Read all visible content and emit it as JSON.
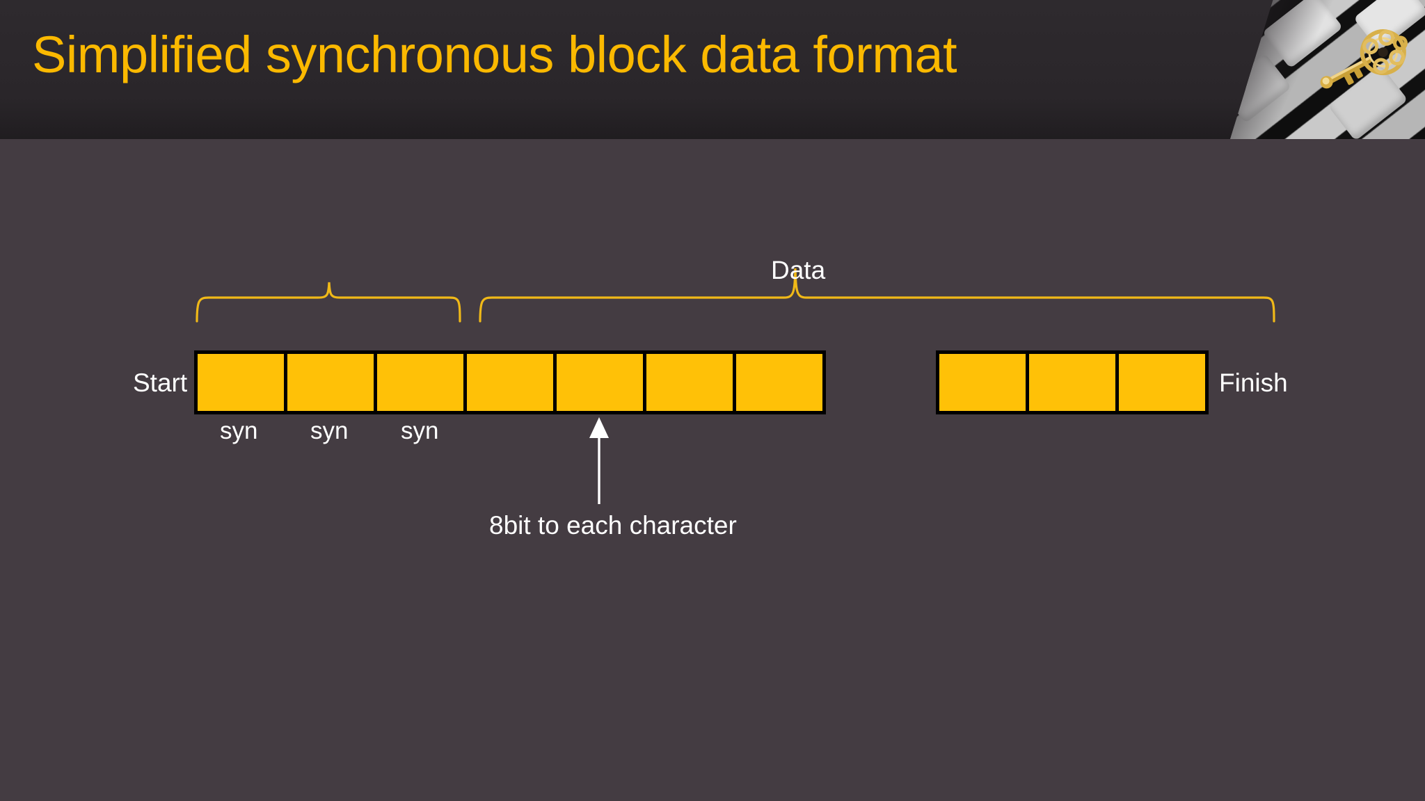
{
  "slide": {
    "title": "Simplified synchronous block data format",
    "title_color": "#FBB900",
    "header_bg": "#2a262a",
    "body_bg": "#443C42",
    "accent_yellow": "#FFC107",
    "brace_color": "#F0B918",
    "text_color": "#FFFFFF"
  },
  "header": {
    "photo_alt": "gold-vintage-key-on-keyboard"
  },
  "diagram": {
    "start_label": "Start",
    "finish_label": "Finish",
    "data_label": "Data",
    "note_label": "8bit to each character",
    "syn_labels": [
      "syn",
      "syn",
      "syn"
    ],
    "left_group_cells": 7,
    "right_group_cells": 3,
    "braces": [
      {
        "name": "syn-brace",
        "label": ""
      },
      {
        "name": "data-brace",
        "label": "Data"
      }
    ]
  },
  "chart_data": {
    "type": "diagram",
    "title": "Simplified synchronous block data format",
    "description": "Synchronous block frame layout: Start, three syn (synchronisation) bytes, a run of data character bytes, then trailing bytes and Finish.",
    "frame_sequence": [
      {
        "index": 0,
        "group": "left",
        "label": "syn",
        "bits": 8,
        "braced_by": "syn-brace"
      },
      {
        "index": 1,
        "group": "left",
        "label": "syn",
        "bits": 8,
        "braced_by": "syn-brace"
      },
      {
        "index": 2,
        "group": "left",
        "label": "syn",
        "bits": 8,
        "braced_by": "syn-brace"
      },
      {
        "index": 3,
        "group": "left",
        "label": "",
        "bits": 8,
        "braced_by": "data-brace"
      },
      {
        "index": 4,
        "group": "left",
        "label": "",
        "bits": 8,
        "braced_by": "data-brace"
      },
      {
        "index": 5,
        "group": "left",
        "label": "",
        "bits": 8,
        "braced_by": "data-brace"
      },
      {
        "index": 6,
        "group": "left",
        "label": "",
        "bits": 8,
        "braced_by": "data-brace"
      },
      {
        "index": 7,
        "group": "right",
        "label": "",
        "bits": 8,
        "braced_by": "data-brace"
      },
      {
        "index": 8,
        "group": "right",
        "label": "",
        "bits": 8,
        "braced_by": "data-brace"
      },
      {
        "index": 9,
        "group": "right",
        "label": "",
        "bits": 8,
        "braced_by": "data-brace"
      }
    ],
    "annotations": [
      {
        "text": "Start",
        "points_to": "left-edge-of-frame"
      },
      {
        "text": "Finish",
        "points_to": "right-edge-of-frame"
      },
      {
        "text": "Data",
        "points_to": "data-brace"
      },
      {
        "text": "8bit to each character",
        "points_to": "single-byte-cell"
      }
    ]
  }
}
